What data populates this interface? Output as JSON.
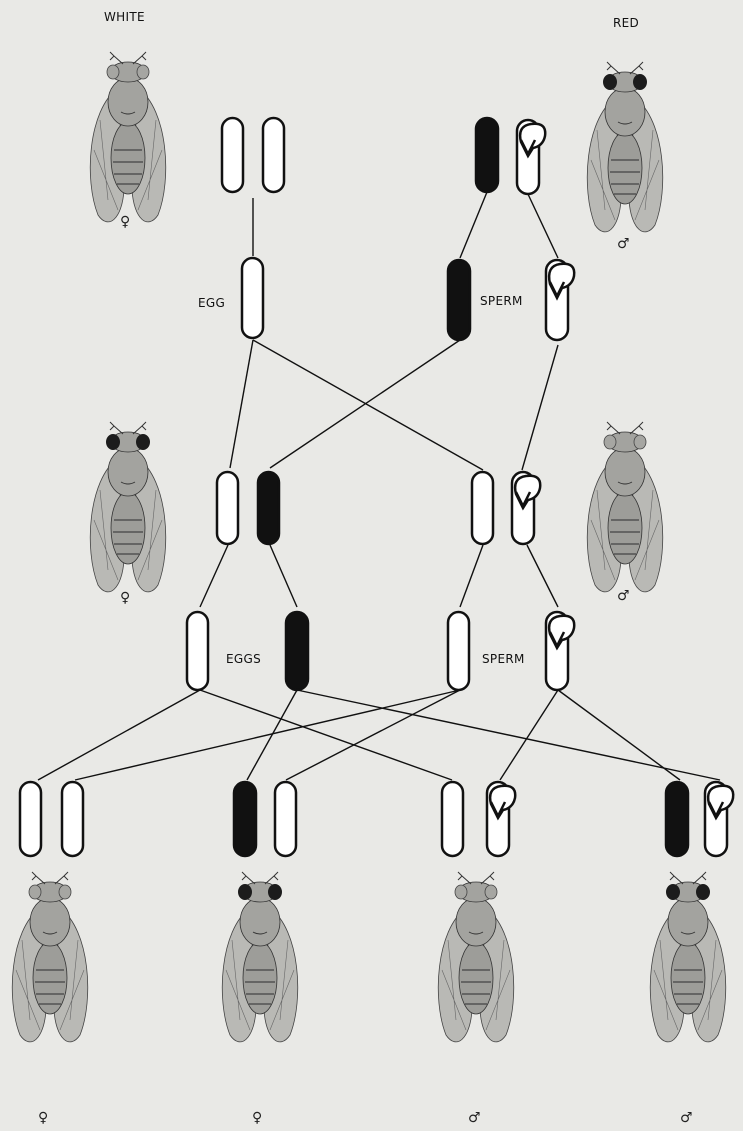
{
  "labels": {
    "white": "WHITE",
    "red": "RED",
    "egg": "EGG",
    "sperm_top": "SPERM",
    "eggs": "EGGS",
    "sperm_mid": "SPERM"
  },
  "sex_symbols": {
    "female": "♀",
    "male": "♂"
  },
  "colors": {
    "background": "#e9e9e6",
    "line": "#111111",
    "fly_body": "#a9a9a6",
    "fly_wing": "#b8b8b4",
    "red_eye": "#1c1c1c",
    "white_eye": "#a6a6a2"
  }
}
